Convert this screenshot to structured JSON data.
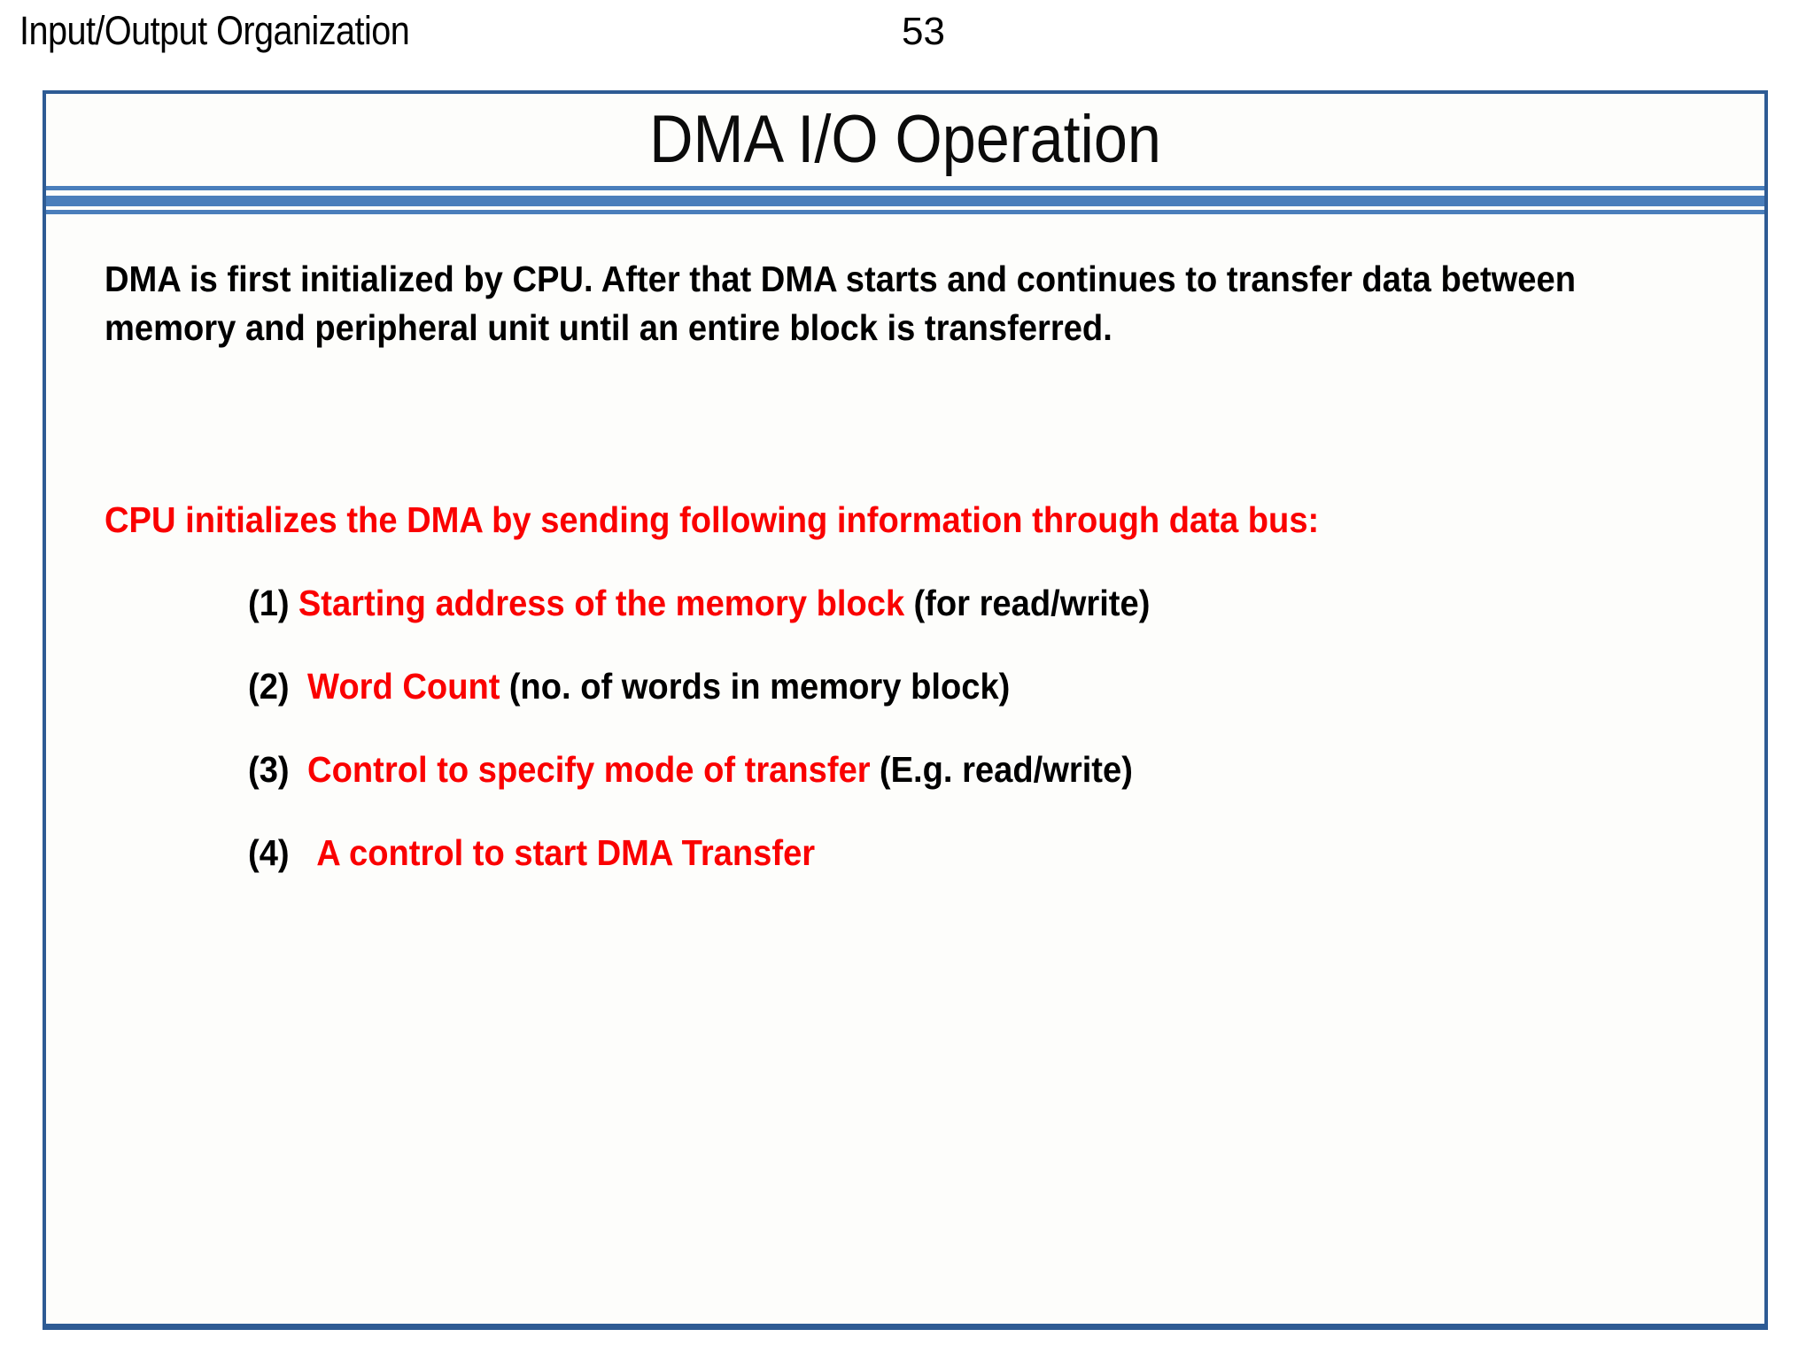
{
  "page": {
    "doc_title": "Input/Output Organization",
    "page_number": "53"
  },
  "slide": {
    "title": "DMA I/O Operation",
    "intro_paragraph": "DMA is first initialized by CPU. After that DMA starts and continues to transfer data between memory and peripheral unit until an entire block is transferred.",
    "red_heading": "CPU initializes the DMA by sending following information through data bus:",
    "items": [
      {
        "marker": "(1)",
        "accent": "Starting address of the memory block",
        "tail": "(for read/write)"
      },
      {
        "marker": "(2)",
        "accent": "Word Count",
        "tail": "(no. of words in memory block)"
      },
      {
        "marker": "(3)",
        "accent": "Control to specify mode of transfer",
        "tail": "(E.g. read/write)"
      },
      {
        "marker": "(4)",
        "accent": "A control to start DMA Transfer",
        "tail": ""
      }
    ]
  },
  "colors": {
    "frame_border": "#2E5B94",
    "divider_rule": "#4A7EBB",
    "accent_red": "#FA0000",
    "text_black": "#000000",
    "slide_background": "#FDFDFB"
  }
}
